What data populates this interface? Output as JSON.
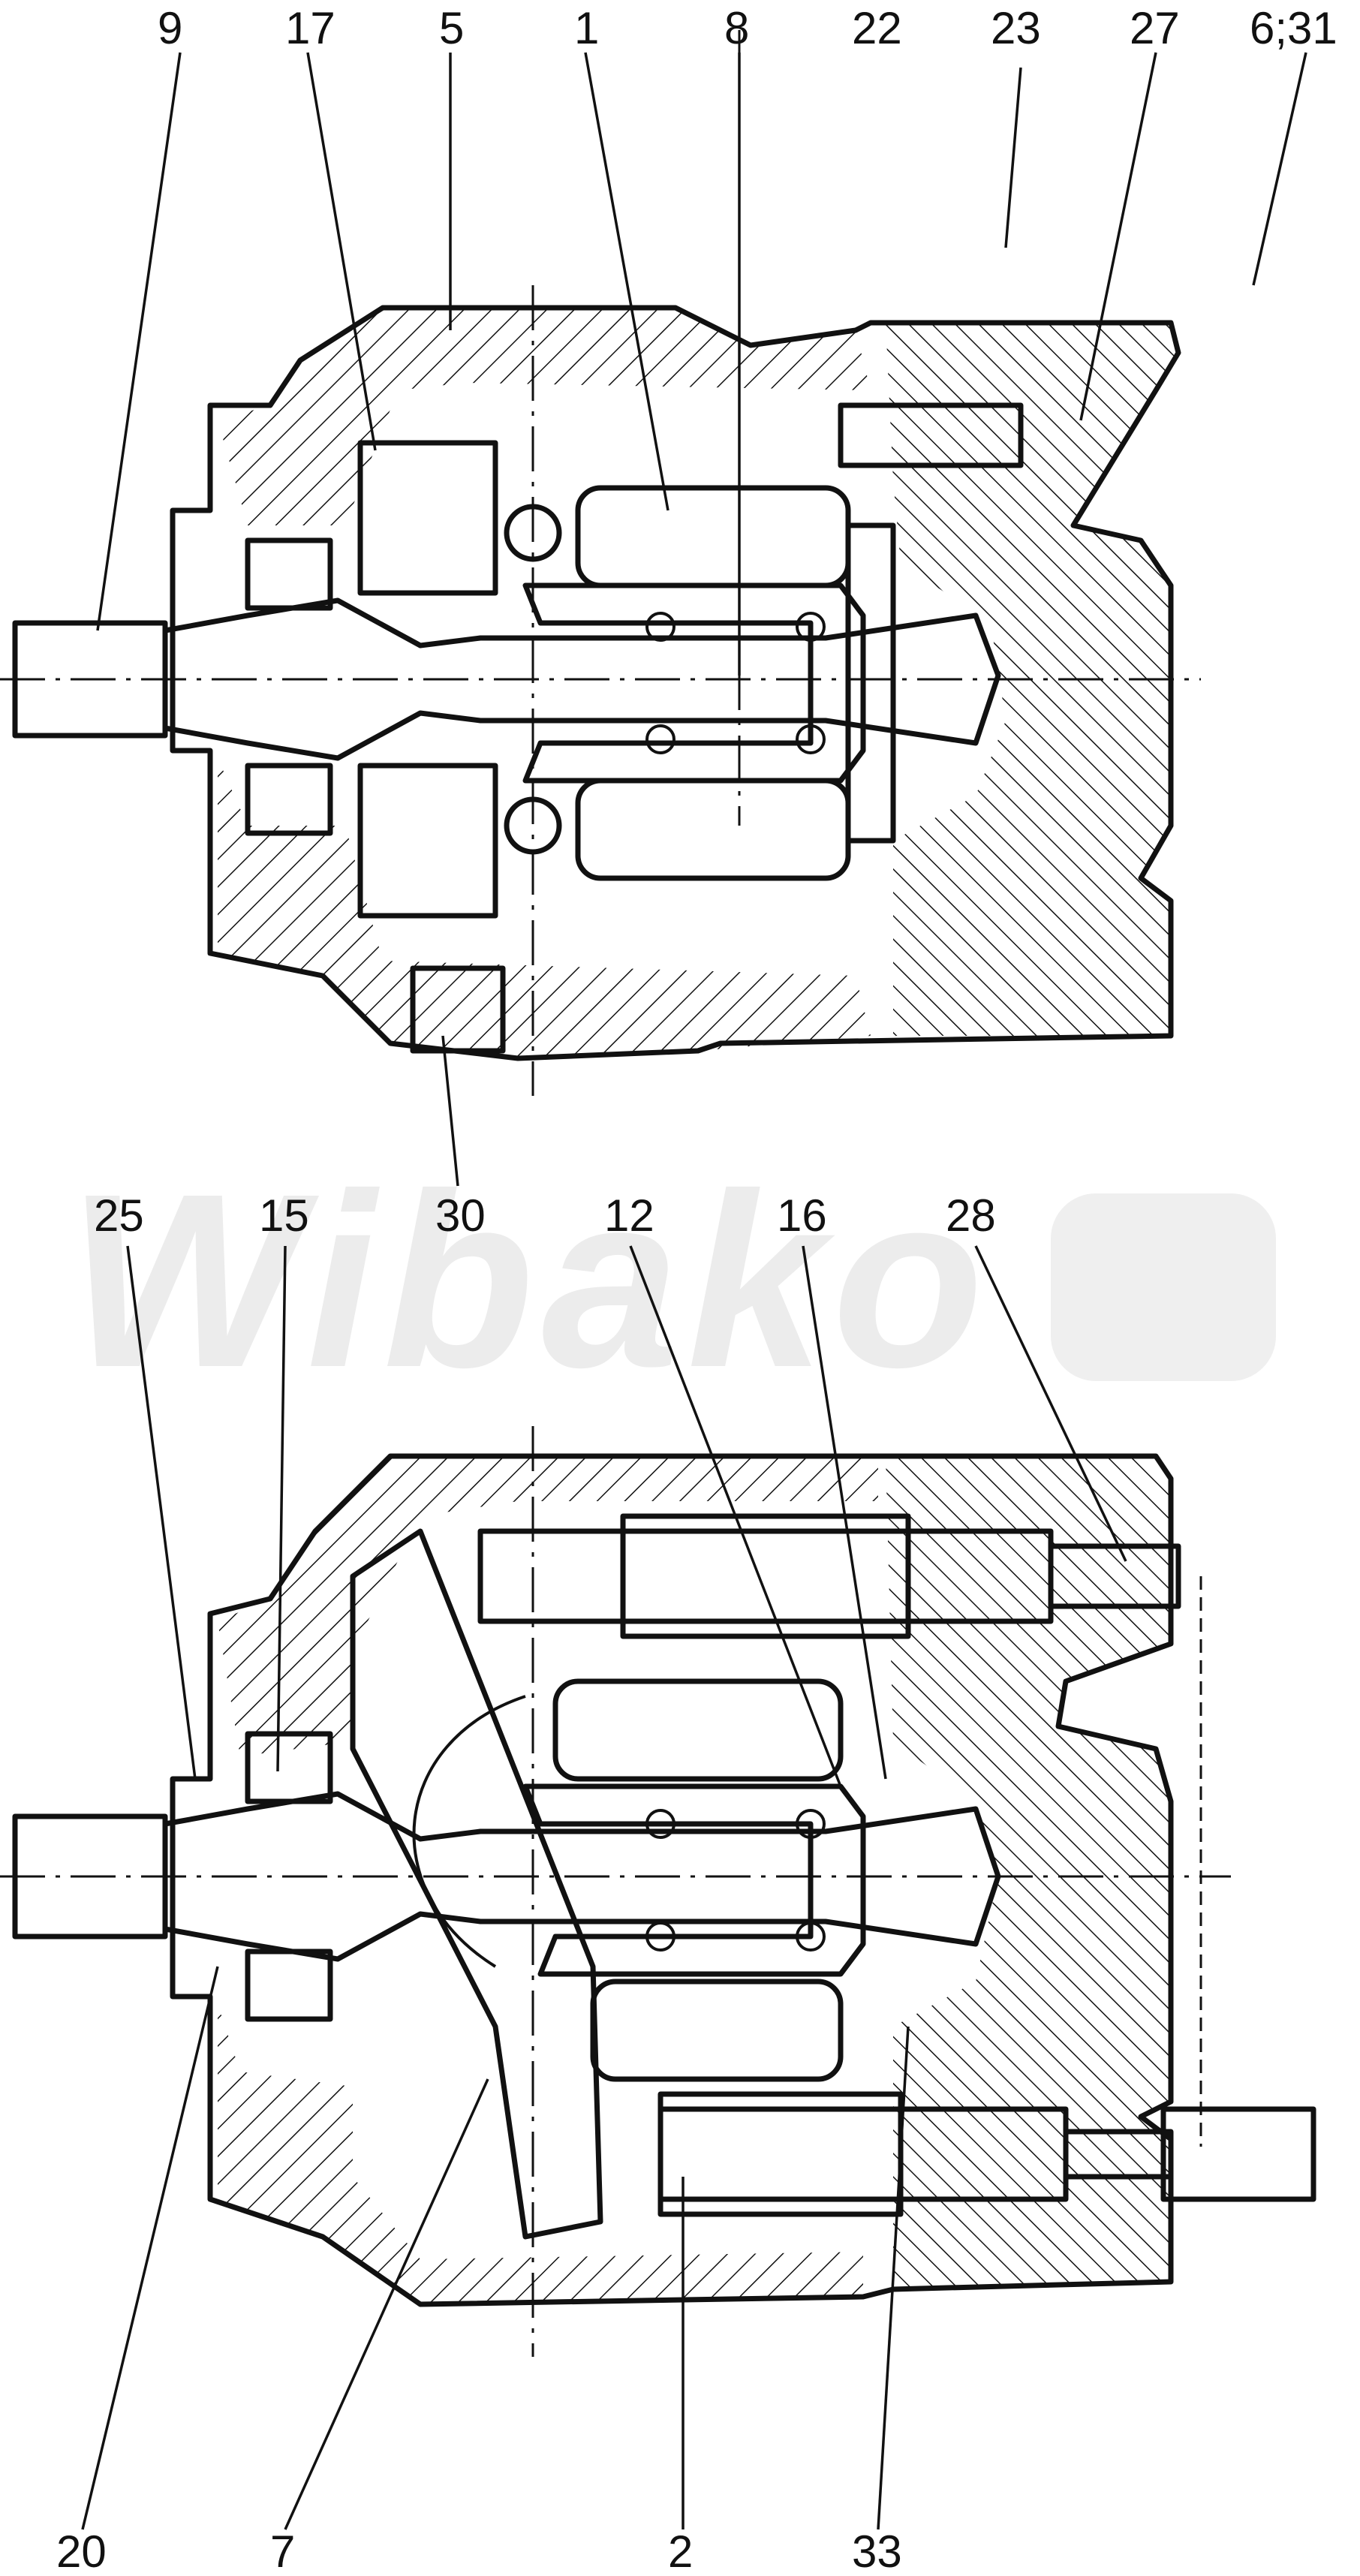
{
  "watermark": "Wibako",
  "top_view": {
    "labels": [
      "9",
      "17",
      "5",
      "1",
      "8",
      "22",
      "23",
      "27",
      "6;31",
      "30"
    ]
  },
  "bottom_view": {
    "labels": [
      "25",
      "15",
      "12",
      "16",
      "28",
      "20",
      "7",
      "2",
      "33"
    ]
  },
  "colors": {
    "line": "#111111",
    "background": "#ffffff",
    "watermark": "#ececec"
  }
}
